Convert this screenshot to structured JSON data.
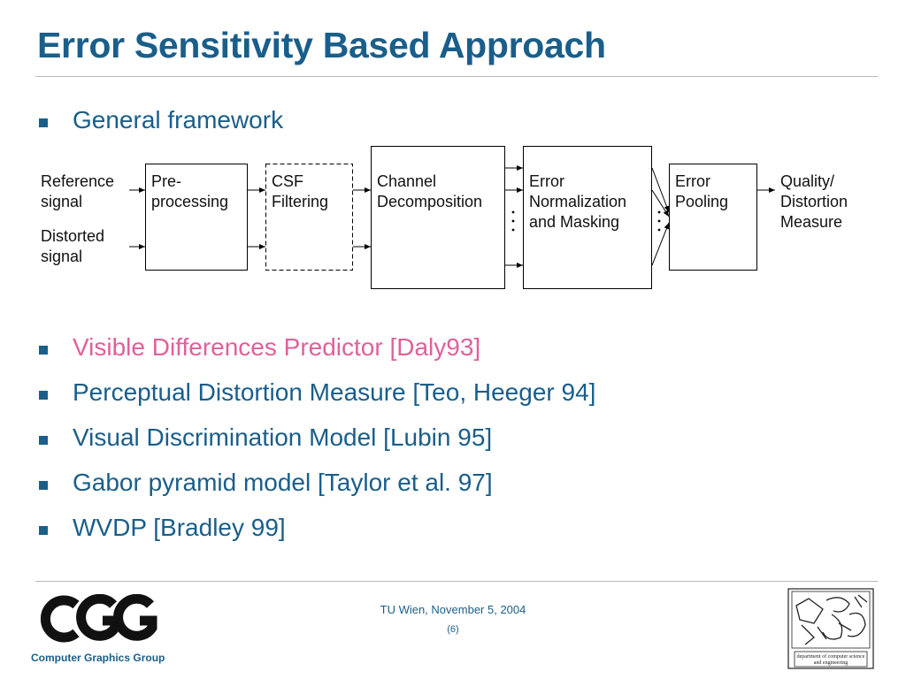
{
  "slide": {
    "title": "Error Sensitivity Based Approach"
  },
  "bullets": [
    {
      "text": "General framework",
      "highlight": false
    },
    {
      "text": "Visible Differences Predictor  [Daly93]",
      "highlight": true
    },
    {
      "text": "Perceptual Distortion Measure  [Teo, Heeger 94]",
      "highlight": false
    },
    {
      "text": "Visual Discrimination Model  [Lubin 95]",
      "highlight": false
    },
    {
      "text": "Gabor pyramid model  [Taylor et al. 97]",
      "highlight": false
    },
    {
      "text": "WVDP  [Bradley 99]",
      "highlight": false
    }
  ],
  "diagram": {
    "inputs": {
      "reference": "Reference\nsignal",
      "distorted": "Distorted\nsignal"
    },
    "blocks": {
      "preprocessing": "Pre-\nprocessing",
      "csf": "CSF\nFiltering",
      "channel": "Channel\nDecomposition",
      "normalization": "Error\nNormalization\nand Masking",
      "pooling": "Error\nPooling"
    },
    "output": "Quality/\nDistortion\nMeasure"
  },
  "footer": {
    "date": "TU Wien, November 5, 2004",
    "page": "(6)",
    "group": "Computer Graphics Group",
    "logo_text": "CGG",
    "dept_text": "department of computer science and engineering"
  },
  "colors": {
    "title": "#1a5e8a",
    "highlight": "#e0609a",
    "rule": "#b9b9b9"
  }
}
